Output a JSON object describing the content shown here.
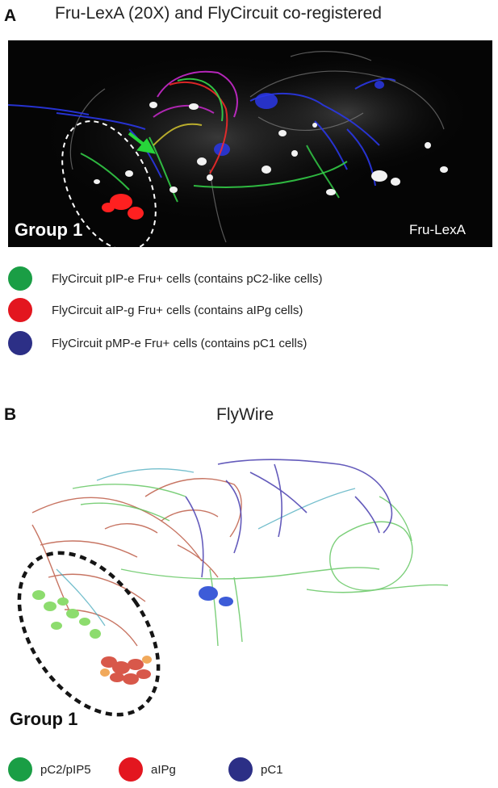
{
  "panel_a": {
    "letter": "A",
    "title": "Fru-LexA (20X) and FlyCircuit co-registered",
    "group_label": "Group 1",
    "corner_label": "Fru-LexA",
    "legend": [
      {
        "label": "FlyCircuit pIP-e Fru+ cells (contains pC2-like cells)",
        "color": "#1a9e45"
      },
      {
        "label": "FlyCircuit aIP-g Fru+ cells (contains aIPg cells)",
        "color": "#e3161f"
      },
      {
        "label": "FlyCircuit pMP-e Fru+ cells (contains pC1 cells)",
        "color": "#2c2f86"
      }
    ]
  },
  "panel_b": {
    "letter": "B",
    "title": "FlyWire",
    "group_label": "Group 1",
    "legend": [
      {
        "label": "pC2/pIP5",
        "color": "#1a9e45"
      },
      {
        "label": "aIPg",
        "color": "#e3161f"
      },
      {
        "label": "pC1",
        "color": "#2c2f86"
      }
    ]
  }
}
